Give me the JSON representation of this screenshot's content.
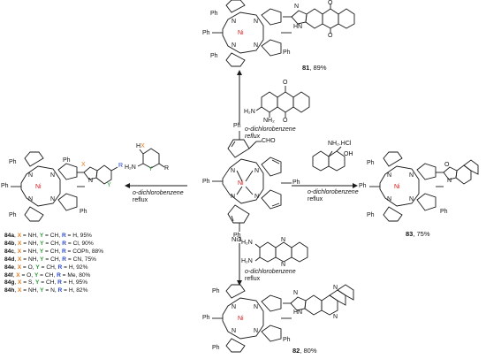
{
  "colors": {
    "x": "#e87c1e",
    "y": "#2a9a33",
    "r": "#2a47c9",
    "ni": "#d21a1a",
    "bond": "#1a1a1a"
  },
  "atoms": {
    "ph": "Ph",
    "ni": "Ni",
    "n": "N",
    "hn": "HN",
    "nh": "N",
    "h": "H",
    "o": "O",
    "x": "X",
    "y": "Y",
    "r": "R",
    "hx": "HX",
    "h2n": "H2N",
    "nh2": "NH2",
    "cho": "CHO"
  },
  "center": {
    "label_prefix": "Ni",
    "label_num": "3"
  },
  "reagents": {
    "top": {
      "a": "H₂N",
      "b": "NH₂",
      "c": "O",
      "d": "O"
    },
    "right": {
      "a": "NH₂.HCl",
      "b": "OH"
    },
    "bottom": {
      "a": "H₂N",
      "b": "H₂N",
      "c": "N",
      "d": "N"
    },
    "left": {
      "a": "HX",
      "b": "H₂N",
      "c": "Y",
      "d": "R"
    }
  },
  "conditions": {
    "top": [
      "o-dichlorobenzene",
      "reflux"
    ],
    "right": [
      "o-dichlorobenzene",
      "reflux"
    ],
    "bottom": [
      "o-dichlorobenzene",
      "reflux"
    ],
    "left": [
      "o-dichlorobenzene",
      "reflux"
    ]
  },
  "products": {
    "p81": {
      "num": "81",
      "yield": ", 89%"
    },
    "p83": {
      "num": "83",
      "yield": ", 75%"
    },
    "p82": {
      "num": "82",
      "yield": ", 80%"
    }
  },
  "table": [
    {
      "id": "84a",
      "x": "NH",
      "y": "CH",
      "r": "H",
      "yield": "95%"
    },
    {
      "id": "84b",
      "x": "NH",
      "y": "CH",
      "r": "Cl",
      "yield": "90%"
    },
    {
      "id": "84c",
      "x": "NH",
      "y": "CH",
      "r": "COPh",
      "yield": "88%"
    },
    {
      "id": "84d",
      "x": "NH",
      "y": "CH",
      "r": "CN",
      "yield": "75%"
    },
    {
      "id": "84e",
      "x": "O",
      "y": "CH",
      "r": "H",
      "yield": "92%"
    },
    {
      "id": "84f",
      "x": "O",
      "y": "CH",
      "r": "Me",
      "yield": "80%"
    },
    {
      "id": "84g",
      "x": "S",
      "y": "CH",
      "r": "H",
      "yield": "95%"
    },
    {
      "id": "84h",
      "x": "NH",
      "y": "N",
      "r": "H",
      "yield": "82%"
    }
  ]
}
